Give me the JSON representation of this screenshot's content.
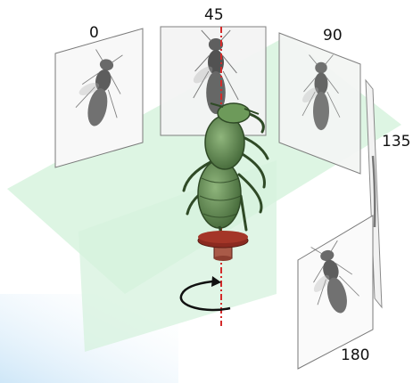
{
  "projection_angles": [
    {
      "label": "0"
    },
    {
      "label": "45"
    },
    {
      "label": "90"
    },
    {
      "label": "135"
    },
    {
      "label": "180"
    }
  ],
  "colors": {
    "green_plane": "#ccefd4",
    "insect_body": "#5f8a4f",
    "insect_dark": "#2f4a26",
    "stage": "#8b2a20",
    "stage_post": "#a95a48",
    "rotation_axis": "#d42a2a",
    "rotation_arrow": "#111111",
    "panel_border": "#7a7a7a"
  },
  "icons": {
    "rotation": "rotation-arrow-icon",
    "axis": "rotation-axis-icon"
  }
}
